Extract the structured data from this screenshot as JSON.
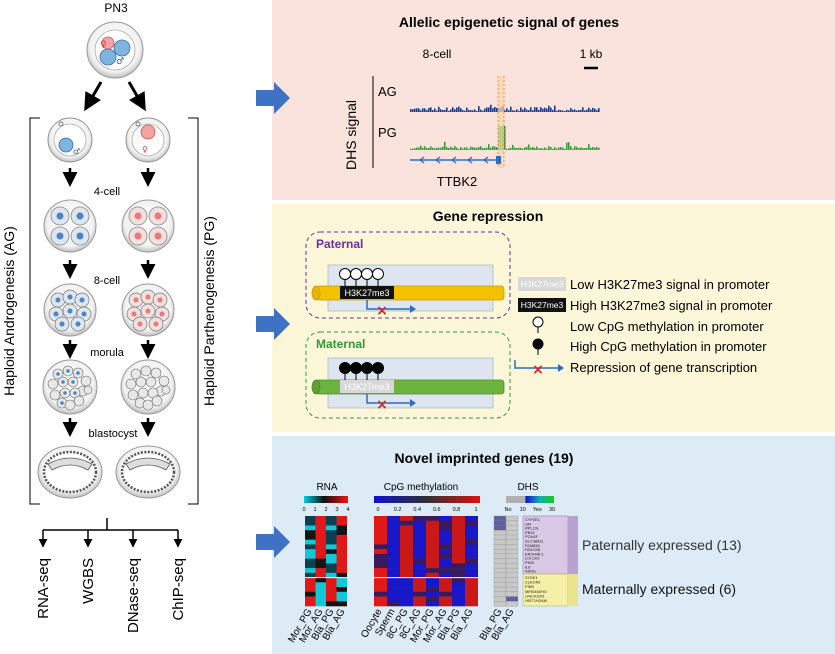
{
  "left": {
    "top_label": "PN3",
    "ag_label": "Haploid Androgenesis (AG)",
    "pg_label": "Haploid Parthenogenesis (PG)",
    "stages": [
      "4-cell",
      "8-cell",
      "morula",
      "blastocyst"
    ],
    "assays": [
      "RNA-seq",
      "WGBS",
      "DNase-seq",
      "ChIP-seq"
    ]
  },
  "panel1": {
    "title": "Allelic epigenetic signal of genes",
    "stage": "8-cell",
    "scale": "1 kb",
    "ylabel": "DHS signal",
    "track_ag": "AG",
    "track_pg": "PG",
    "gene": "TTBK2"
  },
  "panel2": {
    "title": "Gene repression",
    "paternal": "Paternal",
    "maternal": "Maternal",
    "mark": "H3K27me3",
    "legend": [
      "Low H3K27me3 signal in promoter",
      "High H3K27me3 signal in promoter",
      "Low CpG methylation in promoter",
      "High CpG methylation in promoter",
      "Repression of gene transcription"
    ]
  },
  "panel3": {
    "title": "Novel imprinted genes (19)",
    "rna_title": "RNA",
    "rna_ticks": [
      "0",
      "1",
      "2",
      "3",
      "4"
    ],
    "cpg_title": "CpG methylation",
    "cpg_ticks": [
      "0",
      "0.2",
      "0.4",
      "0.6",
      "0.8",
      "1"
    ],
    "dhs_title": "DHS",
    "dhs_ticks": [
      "No",
      "10",
      "Yes",
      "30"
    ],
    "rna_cols": [
      "Mor_PG",
      "Mor_AG",
      "Bla_PG",
      "Bla_AG"
    ],
    "cpg_cols": [
      "Oocyte",
      "Sperm",
      "8C_PG",
      "8C_AG",
      "Mor_PG",
      "Mor_AG",
      "Bla_PG",
      "Bla_AG"
    ],
    "dhs_cols": [
      "Bla_PG",
      "Bla_AG"
    ],
    "genes_paternal": [
      "CYP2E1",
      "GM",
      "RPL10L",
      "PBX1",
      "POU4F",
      "SLC38A11",
      "FAM83A",
      "FBXO38",
      "ERVH48-1",
      "LOC102",
      "PKIB",
      "IL6",
      "ASNS"
    ],
    "genes_maternal": [
      "SYDE1",
      "CLEC4D",
      "PSIB",
      "MIR548XHG",
      "LINC01091",
      "HIST1H2AM"
    ],
    "paternal_label": "Paternally expressed (13)",
    "maternal_label": "Maternally expressed (6)"
  },
  "colors": {
    "panel1_bg": "#f9e3dc",
    "panel2_bg": "#fbf7d8",
    "panel3_bg": "#dcebf6",
    "arrow": "#3f72c4",
    "ag_track": "#1a3a8a",
    "pg_track": "#3c9a3c",
    "paternal_purple": "#6b2fa0",
    "maternal_green": "#2f9a3a",
    "gene_yellow": "#f2c200",
    "gene_green": "#6db33f"
  }
}
